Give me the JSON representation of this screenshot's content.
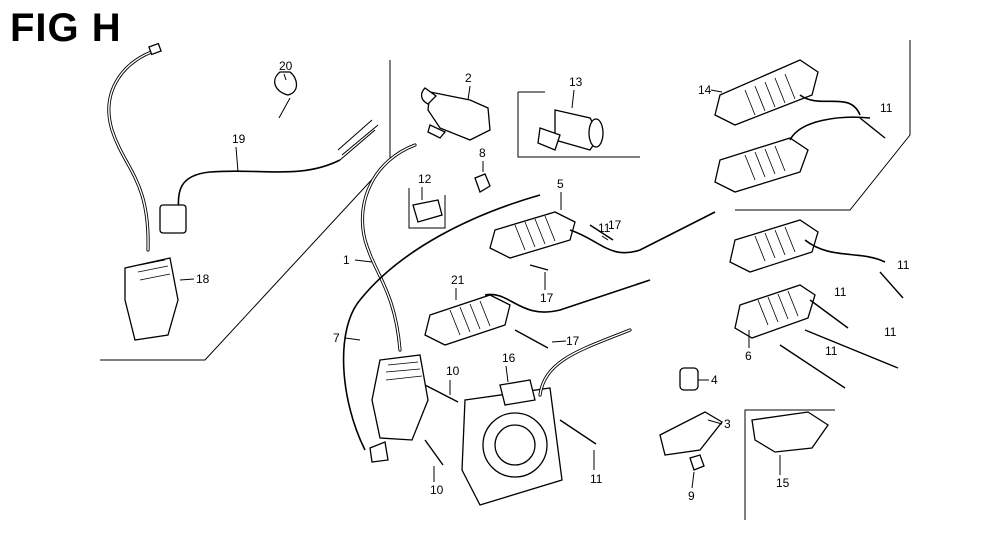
{
  "title": "FIG H",
  "callouts": [
    "1",
    "2",
    "3",
    "4",
    "5",
    "6",
    "7",
    "8",
    "9",
    "10",
    "10",
    "11",
    "11",
    "11",
    "11",
    "11",
    "11",
    "11",
    "12",
    "13",
    "14",
    "15",
    "16",
    "17",
    "17",
    "17",
    "18",
    "19",
    "20",
    "21"
  ]
}
